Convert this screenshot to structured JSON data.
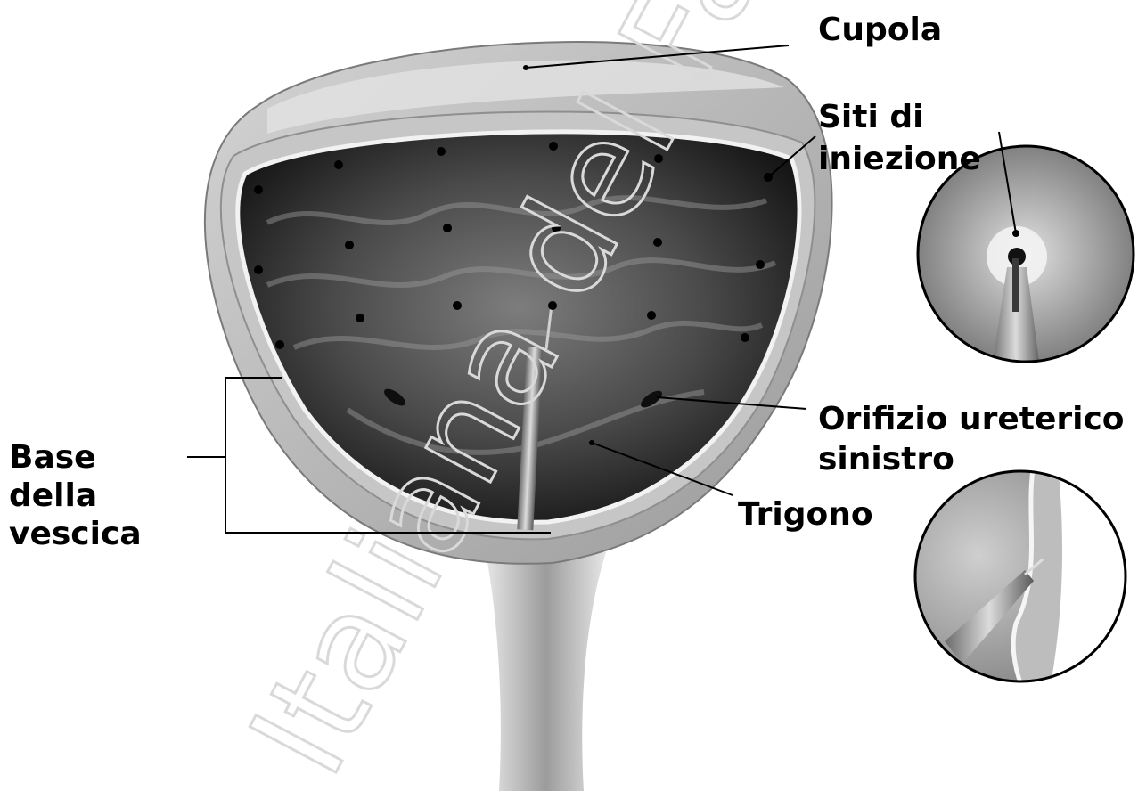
{
  "labels": {
    "cupola": "Cupola",
    "siti_line1": "Siti di",
    "siti_line2": "iniezione",
    "orifizio_line1": "Orifizio ureterico",
    "orifizio_line2": "sinistro",
    "trigono": "Trigono",
    "base_line1": "Base",
    "base_line2": "della",
    "base_line3": "vescica"
  },
  "watermark": {
    "text": "Italiana del Farmaco"
  },
  "colors": {
    "label": "#000000",
    "wall_outer": "#bdbdbd",
    "lumen_dark": "#1e1e1e",
    "lumen_light": "#8a8a8a",
    "watermark": "#d9d9d9"
  }
}
